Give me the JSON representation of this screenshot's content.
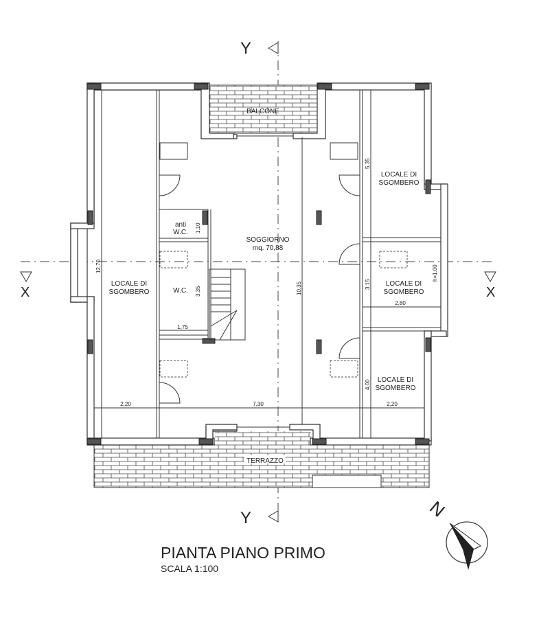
{
  "plan": {
    "title": "PIANTA PIANO PRIMO",
    "scale": "SCALA 1:100",
    "axis_labels": {
      "y_top": "Y",
      "y_bottom": "Y",
      "x_left": "X",
      "x_right": "X"
    },
    "compass_label": "N",
    "rooms": {
      "balcone": "BALCONE",
      "soggiorno": "SOGGIORNO",
      "soggiorno_area": "mq. 70,88",
      "anti_wc_1": "anti",
      "anti_wc_2": "W.C.",
      "wc": "W.C.",
      "locale_left_1": "LOCALE DI",
      "locale_left_2": "SGOMBERO",
      "locale_rt_1": "LOCALE DI",
      "locale_rt_2": "SGOMBERO",
      "locale_rm_1": "LOCALE DI",
      "locale_rm_2": "SGOMBERO",
      "locale_rb_1": "LOCALE DI",
      "locale_rb_2": "SGOMBERO",
      "terrazzo": "TERRAZZO"
    },
    "dimensions": {
      "d_12_70": "12,70",
      "d_10_35": "10,35",
      "d_5_35": "5,35",
      "d_3_15": "3,15",
      "d_4_00": "4,00",
      "d_1_10": "1,10",
      "d_3_35": "3,35",
      "d_1_75": "1,75",
      "d_2_80": "2,80",
      "d_h_1_00": "h=1.00",
      "d_2_20_left": "2,20",
      "d_7_30": "7,30",
      "d_2_20_right": "2,20"
    }
  }
}
